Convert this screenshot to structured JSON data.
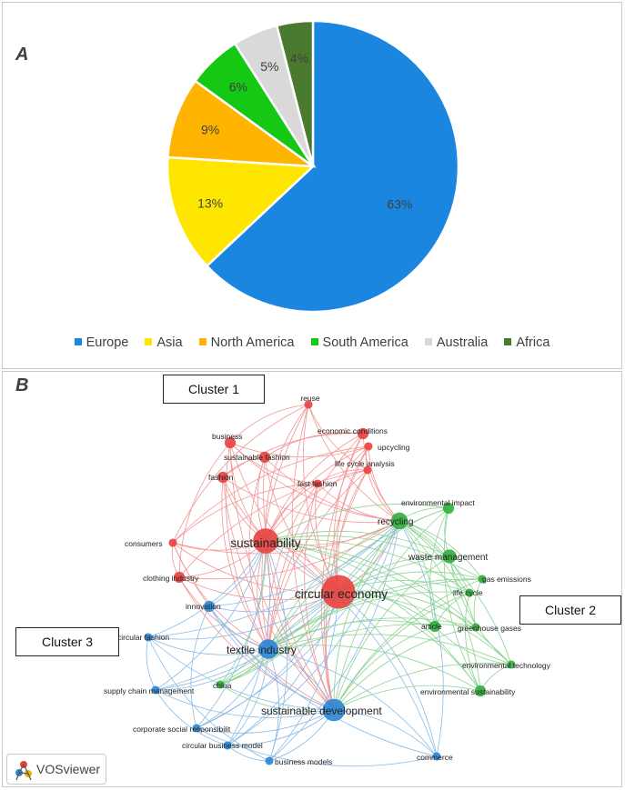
{
  "panel_a": {
    "letter": "A"
  },
  "panel_b": {
    "letter": "B"
  },
  "chart_data": [
    {
      "type": "pie",
      "categories": [
        "Europe",
        "Asia",
        "North America",
        "South America",
        "Australia",
        "Africa"
      ],
      "values": [
        63,
        13,
        9,
        6,
        5,
        4
      ],
      "value_labels": [
        "63%",
        "13%",
        "9%",
        "6%",
        "5%",
        "4%"
      ],
      "colors": [
        "#1a86e0",
        "#ffe600",
        "#ffb400",
        "#14c814",
        "#d9d9d9",
        "#4a7a30"
      ],
      "legend_position": "bottom",
      "start": "12 o'clock, clockwise"
    },
    {
      "type": "network",
      "clusters": [
        {
          "name": "Cluster 1",
          "color": "#e8403f"
        },
        {
          "name": "Cluster 2",
          "color": "#2fae3a"
        },
        {
          "name": "Cluster 3",
          "color": "#2a85d4"
        }
      ],
      "nodes": [
        {
          "label": "circular economy",
          "cluster": 1,
          "weight": 10
        },
        {
          "label": "sustainability",
          "cluster": 1,
          "weight": 7
        },
        {
          "label": "reuse",
          "cluster": 1,
          "weight": 1
        },
        {
          "label": "economic conditions",
          "cluster": 1,
          "weight": 2
        },
        {
          "label": "business",
          "cluster": 1,
          "weight": 2
        },
        {
          "label": "upcycling",
          "cluster": 1,
          "weight": 1
        },
        {
          "label": "sustainable fashion",
          "cluster": 1,
          "weight": 2
        },
        {
          "label": "life cycle analysis",
          "cluster": 1,
          "weight": 1
        },
        {
          "label": "fast fashion",
          "cluster": 1,
          "weight": 1
        },
        {
          "label": "fashion",
          "cluster": 1,
          "weight": 2
        },
        {
          "label": "consumers",
          "cluster": 1,
          "weight": 1
        },
        {
          "label": "clothing industry",
          "cluster": 1,
          "weight": 2
        },
        {
          "label": "recycling",
          "cluster": 2,
          "weight": 4
        },
        {
          "label": "environmental impact",
          "cluster": 2,
          "weight": 2
        },
        {
          "label": "waste management",
          "cluster": 2,
          "weight": 3
        },
        {
          "label": "gas emissions",
          "cluster": 2,
          "weight": 1
        },
        {
          "label": "life cycle",
          "cluster": 2,
          "weight": 1
        },
        {
          "label": "article",
          "cluster": 2,
          "weight": 2
        },
        {
          "label": "greenhouse gases",
          "cluster": 2,
          "weight": 1
        },
        {
          "label": "environmental technology",
          "cluster": 2,
          "weight": 1
        },
        {
          "label": "environmental sustainability",
          "cluster": 2,
          "weight": 2
        },
        {
          "label": "china",
          "cluster": 2,
          "weight": 1
        },
        {
          "label": "sustainable development",
          "cluster": 3,
          "weight": 6
        },
        {
          "label": "textile industry",
          "cluster": 3,
          "weight": 5
        },
        {
          "label": "innovation",
          "cluster": 3,
          "weight": 2
        },
        {
          "label": "circular fashion",
          "cluster": 3,
          "weight": 1
        },
        {
          "label": "supply chain management",
          "cluster": 3,
          "weight": 1
        },
        {
          "label": "corporate social responsibilit",
          "cluster": 3,
          "weight": 1
        },
        {
          "label": "circular business model",
          "cluster": 3,
          "weight": 1
        },
        {
          "label": "business models",
          "cluster": 3,
          "weight": 1
        },
        {
          "label": "commerce",
          "cluster": 3,
          "weight": 1
        }
      ]
    }
  ],
  "legend_items": [
    "Europe",
    "Asia",
    "North America",
    "South America",
    "Australia",
    "Africa"
  ],
  "cluster_boxes": [
    "Cluster 1",
    "Cluster 2",
    "Cluster 3"
  ],
  "vosviewer_logo": "VOSviewer",
  "icons": {
    "vos-logo-icon": "VOSviewer logo"
  }
}
